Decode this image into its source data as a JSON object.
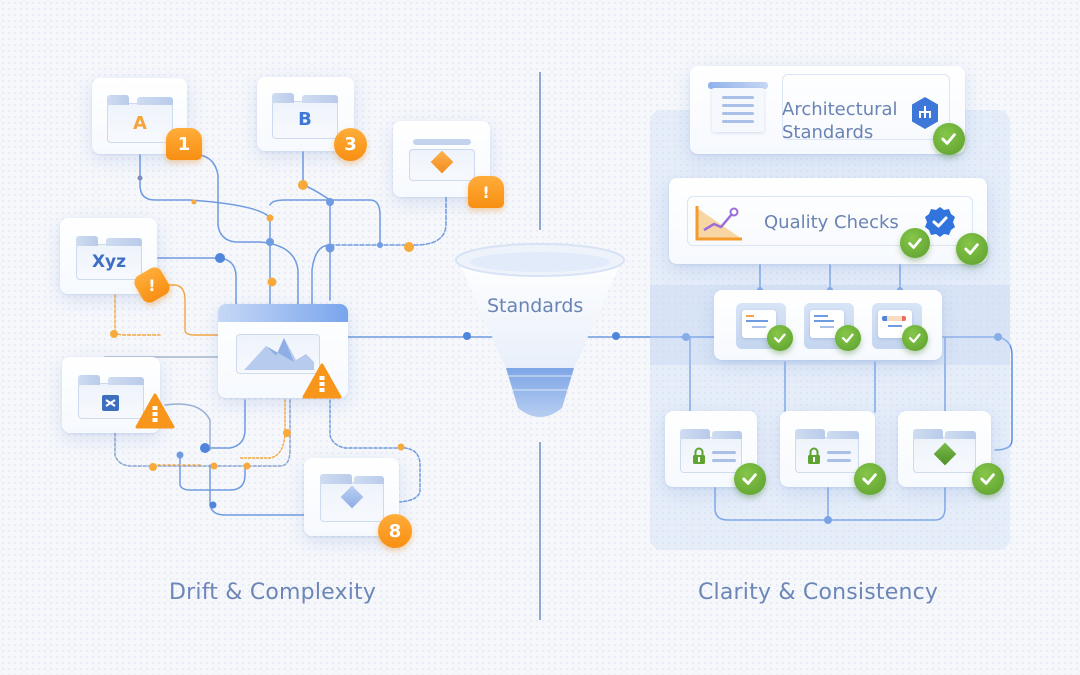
{
  "left_panel": {
    "heading": "Drift & Complexity",
    "cards": {
      "folder_a": {
        "letter": "A",
        "badge": "1",
        "letter_color": "#f5a53a"
      },
      "folder_b": {
        "letter": "B",
        "badge": "3",
        "letter_color": "#3d78d8"
      },
      "diamond_window": {
        "badge": "!"
      },
      "folder_xyz": {
        "letter": "Xyz",
        "badge": "!",
        "letter_color": "#3d6fc4"
      },
      "image_window": {
        "badge": "warning"
      },
      "folder_dark": {
        "badge": "warning"
      },
      "folder_diamond": {
        "badge": "8"
      }
    }
  },
  "center": {
    "funnel_label": "Standards"
  },
  "right_panel": {
    "heading": "Clarity & Consistency",
    "architectural_standards": {
      "line1": "Architectural",
      "line2": "Standards"
    },
    "quality_checks": {
      "label": "Quality Checks"
    },
    "document_checks": [
      "doc-1",
      "doc-2",
      "doc-3"
    ],
    "secured_folders": [
      "lock-folder-1",
      "lock-folder-2",
      "diamond-folder"
    ]
  },
  "colors": {
    "accent_blue": "#4a86e0",
    "warning_orange": "#f7961a",
    "success_green": "#6aad35",
    "heading_text": "#6c86b8",
    "background": "#f5f7fb"
  }
}
